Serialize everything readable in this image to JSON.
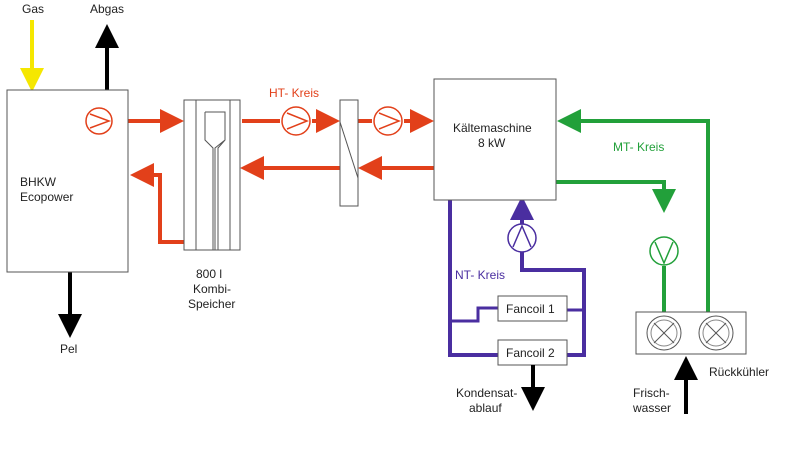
{
  "colors": {
    "ht_circuit": "#e2401a",
    "mt_circuit": "#22a03a",
    "nt_circuit": "#4a2ea0",
    "gas": "#f5e700",
    "flow_black": "#000000",
    "outline": "#555555"
  },
  "labels": {
    "gas": "Gas",
    "exhaust": "Abgas",
    "chp_line1": "BHKW",
    "chp_line2": "Ecopower",
    "power_out": "Pel",
    "storage_line1": "800 l",
    "storage_line2": "Kombi-",
    "storage_line3": "Speicher",
    "ht_circuit": "HT- Kreis",
    "chiller_line1": "Kältemaschine",
    "chiller_line2": "8 kW",
    "mt_circuit": "MT- Kreis",
    "nt_circuit": "NT- Kreis",
    "fancoil1": "Fancoil 1",
    "fancoil2": "Fancoil 2",
    "condensate_line1": "Kondensat-",
    "condensate_line2": "ablauf",
    "freshwater_line1": "Frisch-",
    "freshwater_line2": "wasser",
    "recooler": "Rückkühler"
  }
}
